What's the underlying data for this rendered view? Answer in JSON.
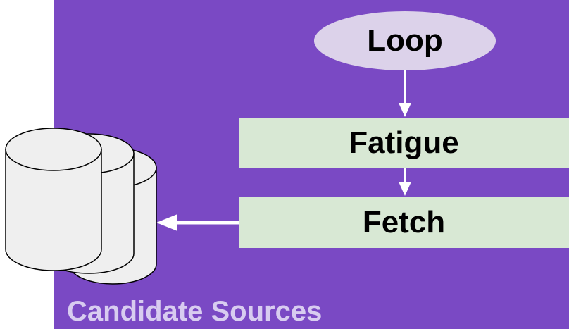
{
  "diagram": {
    "nodes": {
      "loop": "Loop",
      "fatigue": "Fatigue",
      "fetch": "Fetch"
    },
    "caption": "Candidate Sources",
    "colors": {
      "panel": "#7a49c4",
      "loop_fill": "#dcd2ea",
      "step_fill": "#d8e8d4",
      "database_fill": "#efefef",
      "database_stroke": "#000000",
      "arrow": "#ffffff",
      "caption_text": "#d8ccf0"
    },
    "icons": {
      "database": "database-stack-icon"
    }
  }
}
